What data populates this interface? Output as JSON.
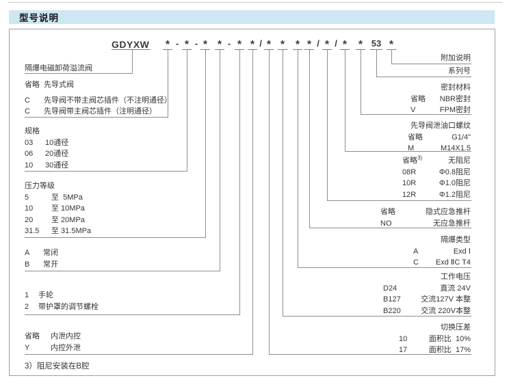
{
  "page": {
    "title": "型号说明",
    "footnote": "3）阻尼安装在B腔"
  },
  "model_code": {
    "tokens": [
      "GDYXW",
      "*",
      "-",
      "*",
      "-",
      "*",
      "*",
      "-",
      "*",
      "*",
      "/",
      "*",
      "*",
      "*",
      "*",
      "/",
      "*",
      "/",
      "*",
      "*",
      "53",
      "*"
    ]
  },
  "left_groups": [
    {
      "title": "隔爆电磁卸荷溢流阀"
    },
    {
      "rows": [
        {
          "code": "省略",
          "desc": "先导式阀"
        },
        {
          "code": "C",
          "desc": "先导阀不带主阀芯插件（不注明通径）"
        },
        {
          "code": "C",
          "desc": "先导阀带主阀芯插件（注明通径）"
        }
      ]
    },
    {
      "title": "规格",
      "rows": [
        {
          "code": "03",
          "desc": "10通径"
        },
        {
          "code": "06",
          "desc": "20通径"
        },
        {
          "code": "10",
          "desc": "30通径"
        }
      ]
    },
    {
      "title": "压力等级",
      "rows": [
        {
          "code": "5",
          "desc": "至  5MPa"
        },
        {
          "code": "10",
          "desc": "至 10MPa"
        },
        {
          "code": "20",
          "desc": "至 20MPa"
        },
        {
          "code": "31.5",
          "desc": "至 31.5MPa"
        }
      ]
    },
    {
      "rows": [
        {
          "code": "A",
          "desc": "常闭"
        },
        {
          "code": "B",
          "desc": "常开"
        }
      ]
    },
    {
      "rows": [
        {
          "code": "1",
          "desc": "手轮"
        },
        {
          "code": "2",
          "desc": "带护罩的调节螺栓"
        }
      ]
    },
    {
      "rows": [
        {
          "code": "省略",
          "desc": "内泄内控"
        },
        {
          "code": "Y",
          "desc": "内控外泄"
        }
      ]
    }
  ],
  "right_groups": [
    {
      "title": "附加说明"
    },
    {
      "title": "系列号"
    },
    {
      "title": "密封材料",
      "rows": [
        {
          "code": "省略",
          "desc": "NBR密封"
        },
        {
          "code": "V",
          "desc": "FPM密封"
        }
      ]
    },
    {
      "title": "先导阀泄油口螺纹",
      "rows": [
        {
          "code": "省略",
          "desc": "G1/4\""
        },
        {
          "code": "M",
          "desc": "M14X1.5"
        }
      ]
    },
    {
      "rows": [
        {
          "code": "省略",
          "sup": "3)",
          "desc": "无阻尼"
        },
        {
          "code": "08R",
          "desc": "Φ0.8阻尼"
        },
        {
          "code": "10R",
          "desc": "Φ1.0阻尼"
        },
        {
          "code": "12R",
          "desc": "Φ1.2阻尼"
        }
      ]
    },
    {
      "rows": [
        {
          "code": "省略",
          "desc": "隐式应急推杆"
        },
        {
          "code": "NO",
          "desc": "无应急推杆"
        }
      ]
    },
    {
      "title": "隔爆类型",
      "rows": [
        {
          "code": "A",
          "desc": "Exd Ⅰ"
        },
        {
          "code": "C",
          "desc": "Exd ⅡC T4"
        }
      ]
    },
    {
      "title": "工作电压",
      "rows": [
        {
          "code": "D24",
          "desc": "直流 24V"
        },
        {
          "code": "B127",
          "desc": "交流127V 本整"
        },
        {
          "code": "B220",
          "desc": "交流 220V本整"
        }
      ]
    },
    {
      "title": "切换压差",
      "rows": [
        {
          "code": "10",
          "desc": "面积比  10%"
        },
        {
          "code": "17",
          "desc": "面积比  17%"
        }
      ]
    }
  ]
}
